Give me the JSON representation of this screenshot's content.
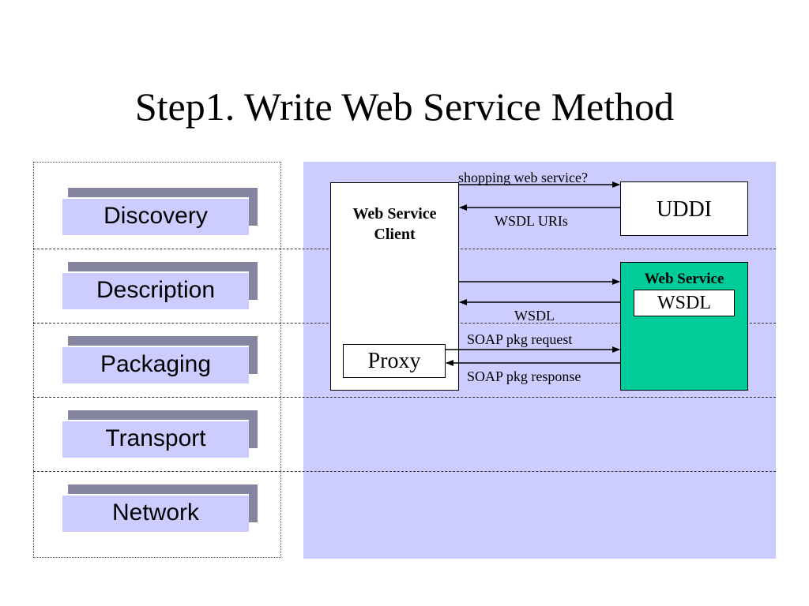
{
  "title": "Step1. Write Web Service Method",
  "layers": [
    "Discovery",
    "Description",
    "Packaging",
    "Transport",
    "Network"
  ],
  "diagram": {
    "client_label_line1": "Web Service",
    "client_label_line2": "Client",
    "uddi_label": "UDDI",
    "service_label": "Web Service",
    "wsdl_box_label": "WSDL",
    "proxy_label": "Proxy",
    "messages": {
      "query": "shopping web service?",
      "uddi_response": "WSDL URIs",
      "wsdl_response": "WSDL",
      "soap_request": "SOAP pkg request",
      "soap_response": "SOAP pkg response"
    }
  },
  "colors": {
    "panel": "#ccccff",
    "layer_fill": "#ccccff",
    "layer_shadow": "#8585a0",
    "service_fill": "#00cc99"
  }
}
